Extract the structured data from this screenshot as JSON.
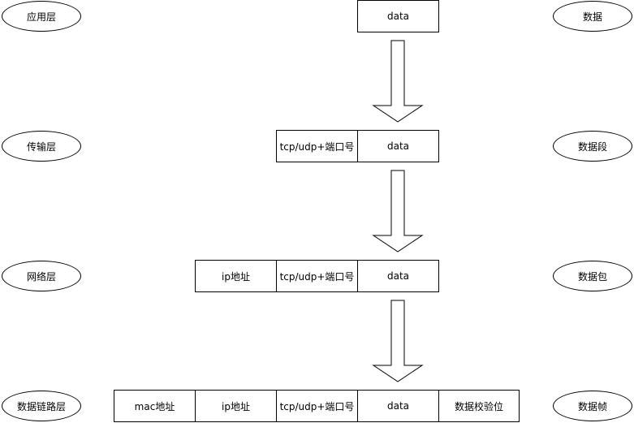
{
  "layers": {
    "application": "应用层",
    "transport": "传输层",
    "network": "网络层",
    "datalink": "数据链路层"
  },
  "units": {
    "application": "数据",
    "transport": "数据段",
    "network": "数据包",
    "datalink": "数据帧"
  },
  "fields": {
    "mac": "mac地址",
    "ip": "ip地址",
    "port": "tcp/udp+端口号",
    "data": "data",
    "checksum": "数据校验位"
  }
}
